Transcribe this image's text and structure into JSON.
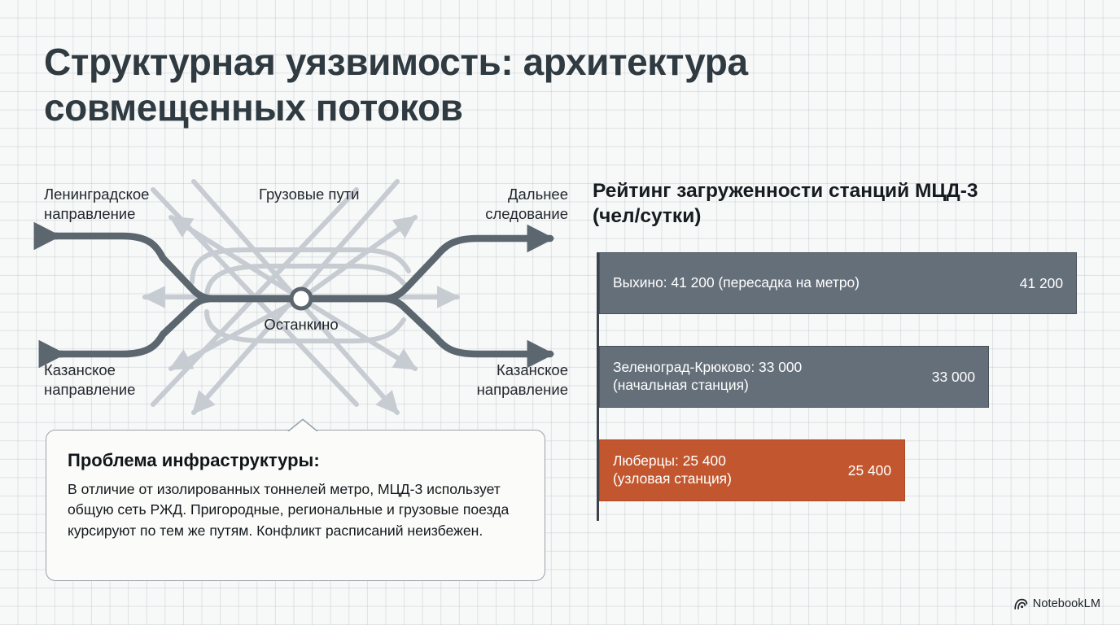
{
  "slide": {
    "title": "Структурная уязвимость: архитектура\nсовмещенных потоков",
    "background_color": "#f7f8f8",
    "grid_color": "#96a2ac"
  },
  "diagram": {
    "name": "junction-diagram",
    "node_label": "Останкино",
    "labels": {
      "top_left": "Ленинградское\nнаправление",
      "top_center": "Грузовые пути",
      "top_right": "Дальнее\nследование",
      "bottom_left": "Казанское\nнаправление",
      "bottom_right": "Казанское\nнаправление"
    },
    "main_line_color": "#5c666f",
    "freight_line_color": "#c6ccd1"
  },
  "callout": {
    "title": "Проблема инфраструктуры:",
    "body": "В отличие от изолированных тоннелей метро, МЦД-3 использует общую сеть РЖД. Пригородные, региональные и грузовые поезда курсируют по тем же путям. Конфликт расписаний неизбежен.",
    "border_color": "#9aa3ab"
  },
  "chart_data": {
    "type": "bar",
    "orientation": "horizontal",
    "title": "Рейтинг загруженности станций МЦД-3\n(чел/сутки)",
    "xlabel": "",
    "ylabel": "",
    "grid": true,
    "legend": "none",
    "xlim": [
      0,
      41200
    ],
    "categories": [
      "Выхино: 41 200 (пересадка на метро)",
      "Зеленоград-Крюково: 33 000\n(начальная станция)",
      "Люберцы: 25 400\n(узловая станция)"
    ],
    "values": [
      41200,
      33000,
      25400
    ],
    "value_labels": [
      "41 200",
      "33 000",
      "25 400"
    ],
    "colors": [
      "#656f7a",
      "#656f7a",
      "#c2572f"
    ],
    "bars": [
      {
        "label": "Выхино: 41 200 (пересадка на метро)",
        "value": 41200,
        "value_label": "41 200",
        "color": "#656f7a",
        "highlight": false
      },
      {
        "label": "Зеленоград-Крюково: 33 000\n(начальная станция)",
        "value": 33000,
        "value_label": "33 000",
        "color": "#656f7a",
        "highlight": false
      },
      {
        "label": "Люберцы: 25 400\n(узловая станция)",
        "value": 25400,
        "value_label": "25 400",
        "color": "#c2572f",
        "highlight": true
      }
    ]
  },
  "watermark": {
    "label": "NotebookLM",
    "icon": "notebooklm-icon"
  }
}
